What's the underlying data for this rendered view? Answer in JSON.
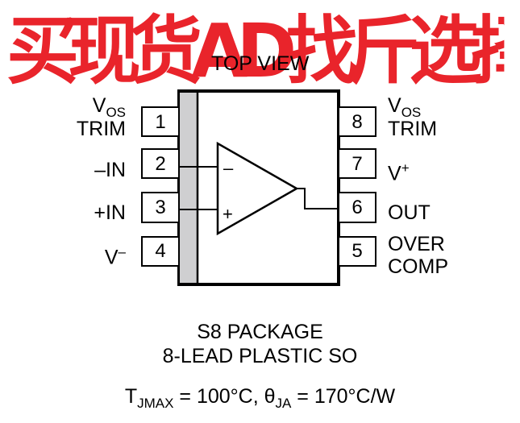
{
  "watermark": "买现货AD找斤选择高卓电子",
  "diagram": {
    "title": "TOP VIEW",
    "pins": [
      {
        "number": "1",
        "label_main": "V",
        "label_sub": "OS",
        "label_line2": "TRIM"
      },
      {
        "number": "2",
        "label": "–IN"
      },
      {
        "number": "3",
        "label": "+IN"
      },
      {
        "number": "4",
        "label_main": "V",
        "label_sup": "–"
      },
      {
        "number": "5",
        "label_line1": "OVER",
        "label_line2": "COMP"
      },
      {
        "number": "6",
        "label": "OUT"
      },
      {
        "number": "7",
        "label_main": "V",
        "label_sup": "+"
      },
      {
        "number": "8",
        "label_main": "V",
        "label_sub": "OS",
        "label_line2": "TRIM"
      }
    ],
    "opamp": {
      "minus": "–",
      "plus": "+"
    }
  },
  "caption": {
    "line1": "S8 PACKAGE",
    "line2": "8-LEAD PLASTIC SO",
    "tj_T": "T",
    "tj_sub": "JMAX",
    "tj_rest": " = 100°C, ",
    "theta": "θ",
    "theta_sub": "JA",
    "theta_rest": " = 170°C/W"
  }
}
